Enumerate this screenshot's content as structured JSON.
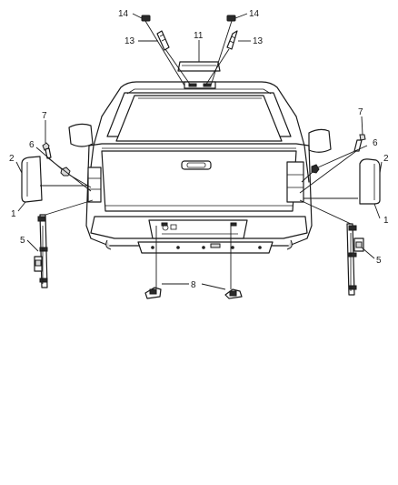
{
  "callouts": {
    "c14l": "14",
    "c14r": "14",
    "c13l": "13",
    "c13r": "13",
    "c11": "11",
    "c7l": "7",
    "c7r": "7",
    "c6l": "6",
    "c6r": "6",
    "c2l": "2",
    "c2r": "2",
    "c1l": "1",
    "c1r": "1",
    "c5l": "5",
    "c5r": "5",
    "c8": "8"
  }
}
